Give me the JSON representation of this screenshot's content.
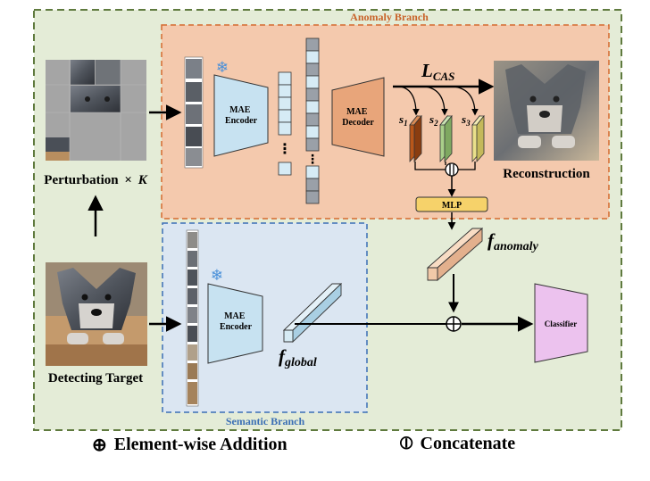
{
  "branches": {
    "anomaly": "Anomaly Branch",
    "semantic": "Semantic Branch"
  },
  "labels": {
    "perturbation_text": "Perturbation",
    "perturbation_times": "×",
    "perturbation_k": "K",
    "detecting_target": "Detecting Target",
    "mae_encoder_line1": "MAE",
    "mae_encoder_line2": "Encoder",
    "mae_decoder_line1": "MAE",
    "mae_decoder_line2": "Decoder",
    "reconstruction": "Reconstruction",
    "mlp": "MLP",
    "classifier": "Classifier",
    "loss_main": "L",
    "loss_sub": "CAS",
    "s1": "s",
    "s1_sub": "1",
    "s2": "s",
    "s2_sub": "2",
    "s3": "s",
    "s3_sub": "3",
    "f_anomaly": "f",
    "f_anomaly_sub": "anomaly",
    "f_global": "f",
    "f_global_sub": "global",
    "ellipsis": "⋮"
  },
  "legend": {
    "addition_symbol": "⊕",
    "addition_text": "Element-wise Addition",
    "concat_symbol": "⦶",
    "concat_text": "Concatenate"
  },
  "colors": {
    "outer_bg": "#e4ecd7",
    "outer_border": "#5f7a3e",
    "anomaly_bg": "#f4c9ad",
    "anomaly_border": "#d46a2e",
    "anomaly_title": "#c9632a",
    "semantic_bg": "#dbe6f2",
    "semantic_border": "#3b6fb5",
    "semantic_title": "#3b6fb5",
    "encoder": "#c7e2f1",
    "decoder": "#e8a57a",
    "classifier": "#ecc2ee",
    "mlp": "#f6d26a",
    "feature_vec": "#d6ebf5",
    "dark_tokens": "#9aa0a8",
    "s1": "#b9571a",
    "s2": "#a9cf8a",
    "s3": "#e9e08a",
    "f_anomaly_bar": "#f2c9a8"
  }
}
